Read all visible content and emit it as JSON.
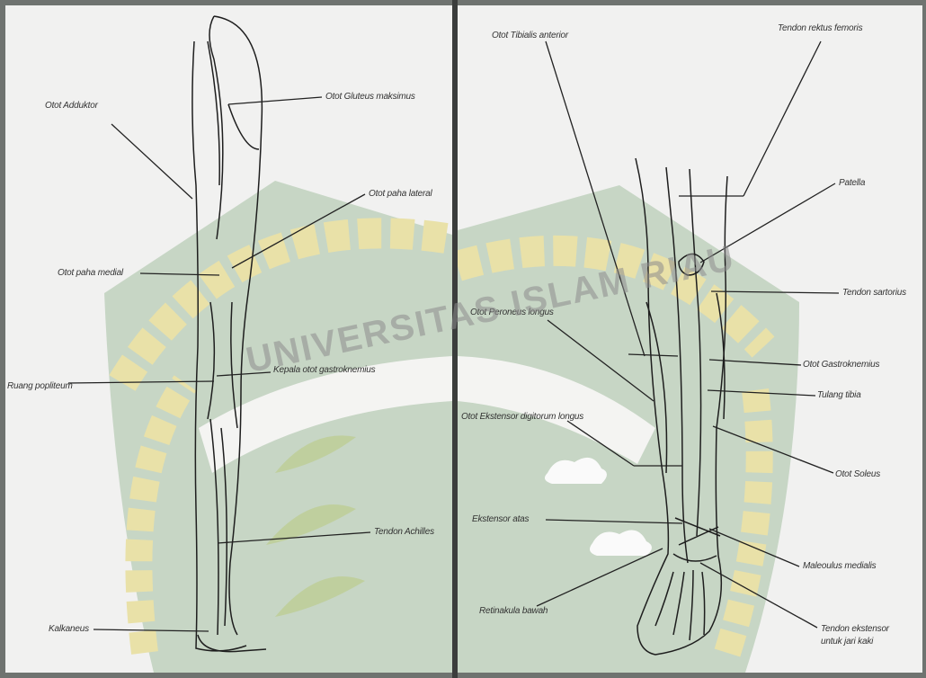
{
  "watermark": {
    "text": "UNIVERSITAS ISLAM RIAU"
  },
  "left_labels": {
    "adduktor": "Otot Adduktor",
    "gluteus": "Otot Gluteus maksimus",
    "paha_lateral": "Otot paha lateral",
    "paha_medial": "Otot paha medial",
    "gastroknemius_kepala": "Kepala otot gastroknemius",
    "popliteum": "Ruang popliteum",
    "achilles": "Tendon Achilles",
    "kalkaneus": "Kalkaneus"
  },
  "right_labels": {
    "tibialis": "Otot Tibialis anterior",
    "rektus": "Tendon rektus femoris",
    "patella": "Patella",
    "sartorius": "Tendon sartorius",
    "peroneus": "Otot Peroneus longus",
    "gastroknemius": "Otot Gastroknemius",
    "tibia": "Tulang tibia",
    "ekstensor_digitorum": "Otot Ekstensor digitorum longus",
    "soleus": "Otot Soleus",
    "ekstensor_atas": "Ekstensor atas",
    "maleolus": "Maleoulus medialis",
    "retinakula": "Retinakula bawah",
    "tendon_ekstensor_1": "Tendon ekstensor",
    "tendon_ekstensor_2": "untuk jari kaki"
  }
}
